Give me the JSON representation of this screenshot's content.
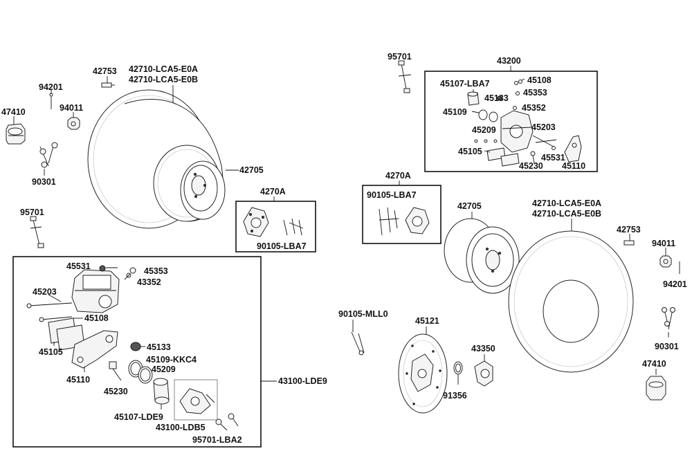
{
  "labels": {
    "p47410_l": "47410",
    "p94201_l": "94201",
    "p94011_l": "94011",
    "p90301_l": "90301",
    "p42753_l": "42753",
    "tire_l_a": "42710-LCA5-E0A",
    "tire_l_b": "42710-LCA5-E0B",
    "rim_l": "42705",
    "hub_l_title": "4270A",
    "hub_l_bolts": "90105-LBA7",
    "p95701_l": "95701",
    "box_l": {
      "p45531": "45531",
      "p45353": "45353",
      "p43352": "43352",
      "p45203": "45203",
      "p45108": "45108",
      "p45105": "45105",
      "p45133": "45133",
      "p45109": "45109-KKC4",
      "p45209": "45209",
      "p45110": "45110",
      "p45230": "45230",
      "p45107": "45107-LDE9",
      "p43100ldb5": "43100-LDB5",
      "p95701lba2": "95701-LBA2"
    },
    "assy_l": "43100-LDE9",
    "p95701_r": "95701",
    "caliper_r_title": "43200",
    "box_r": {
      "p45107": "45107-LBA7",
      "p45108": "45108",
      "p45133": "45133",
      "p45353": "45353",
      "p45109": "45109",
      "p45352": "45352",
      "p45209": "45209",
      "p45203": "45203",
      "p45105": "45105",
      "p45531": "45531",
      "p45230": "45230",
      "p45110": "45110"
    },
    "hub_r_title": "4270A",
    "hub_r_bolts": "90105-LBA7",
    "rim_r": "42705",
    "tire_r_a": "42710-LCA5-E0A",
    "tire_r_b": "42710-LCA5-E0B",
    "p42753_r": "42753",
    "p94011_r": "94011",
    "p94201_r": "94201",
    "p90105mll0": "90105-MLL0",
    "p45121": "45121",
    "p43350": "43350",
    "p91356": "91356",
    "p90301_r": "90301",
    "p47410_r": "47410"
  }
}
